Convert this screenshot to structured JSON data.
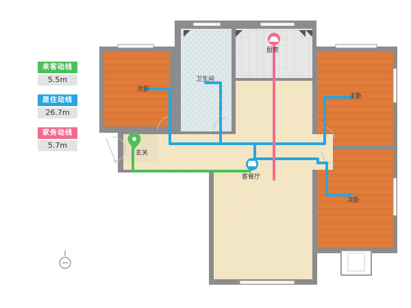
{
  "legend": {
    "items": [
      {
        "label": "来客动线",
        "value": "5.5m",
        "color": "#4cc05a"
      },
      {
        "label": "居住动线",
        "value": "26.7m",
        "color": "#27a6e1"
      },
      {
        "label": "家务动线",
        "value": "5.7m",
        "color": "#f06c8e"
      }
    ]
  },
  "rooms": {
    "bedroom_left": "次卧",
    "bathroom": "卫生间",
    "kitchen": "厨房",
    "master_bedroom": "主卧",
    "bedroom_right": "次卧",
    "entrance": "玄关",
    "living_dining": "客餐厅"
  },
  "colors": {
    "guest_path": "#4cc05a",
    "living_path": "#27a6e1",
    "chores_path": "#f06c8e",
    "bedroom_floor": "#e07b39",
    "living_floor": "#f1e4c2",
    "wall": "#8c8c8c"
  },
  "icons": [
    "entrance-marker-icon",
    "sofa-marker-icon",
    "kitchen-marker-icon",
    "compass-icon"
  ]
}
